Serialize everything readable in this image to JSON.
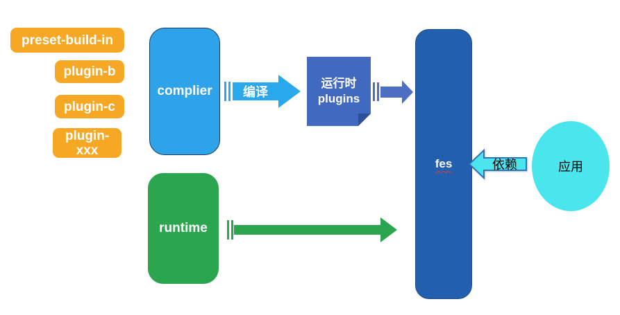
{
  "diagram": {
    "plugin_pills": [
      {
        "label": "preset-build-in"
      },
      {
        "label": "plugin-b"
      },
      {
        "label": "plugin-c"
      },
      {
        "label": "plugin-\nxxx"
      }
    ],
    "pill_color": "#F6A724",
    "nodes": {
      "complier": {
        "label": "complier",
        "fill": "#2EA3E9",
        "border": "#17375E"
      },
      "runtime": {
        "label": "runtime",
        "fill": "#2BA64F"
      },
      "runtime_plugins": {
        "label": "运行时\nplugins",
        "fill": "#4169BF",
        "fold_fill": "#30509C"
      },
      "fes": {
        "label": "fes",
        "fill": "#2260AF",
        "border": "#1B4C85",
        "spell_underline": "#E53935"
      },
      "app": {
        "label": "应用",
        "fill": "#4BE5EE"
      }
    },
    "arrows": {
      "compile": {
        "label": "编译",
        "fill": "#29A8EC",
        "direction": "right"
      },
      "plugins_to_fes": {
        "fill": "#4C6FC4",
        "direction": "right"
      },
      "runtime_to_fes": {
        "fill": "#2BA64F",
        "direction": "right"
      },
      "depend": {
        "label": "依赖",
        "fill": "#4BE5EE",
        "stroke": "#2E75B6",
        "direction": "left"
      }
    }
  }
}
